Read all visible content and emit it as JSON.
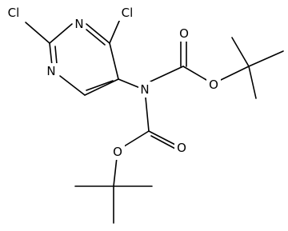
{
  "molecule": {
    "atoms": [
      {
        "id": "cl_top_left",
        "label": "Cl"
      },
      {
        "id": "cl_top_right",
        "label": "Cl"
      },
      {
        "id": "n_ring_top",
        "label": "N"
      },
      {
        "id": "n_ring_bottom",
        "label": "N"
      },
      {
        "id": "n_amine",
        "label": "N"
      },
      {
        "id": "o_carbonyl_top",
        "label": "O"
      },
      {
        "id": "o_ester_top",
        "label": "O"
      },
      {
        "id": "o_carbonyl_bottom",
        "label": "O"
      },
      {
        "id": "o_ester_bottom",
        "label": "O"
      }
    ]
  }
}
